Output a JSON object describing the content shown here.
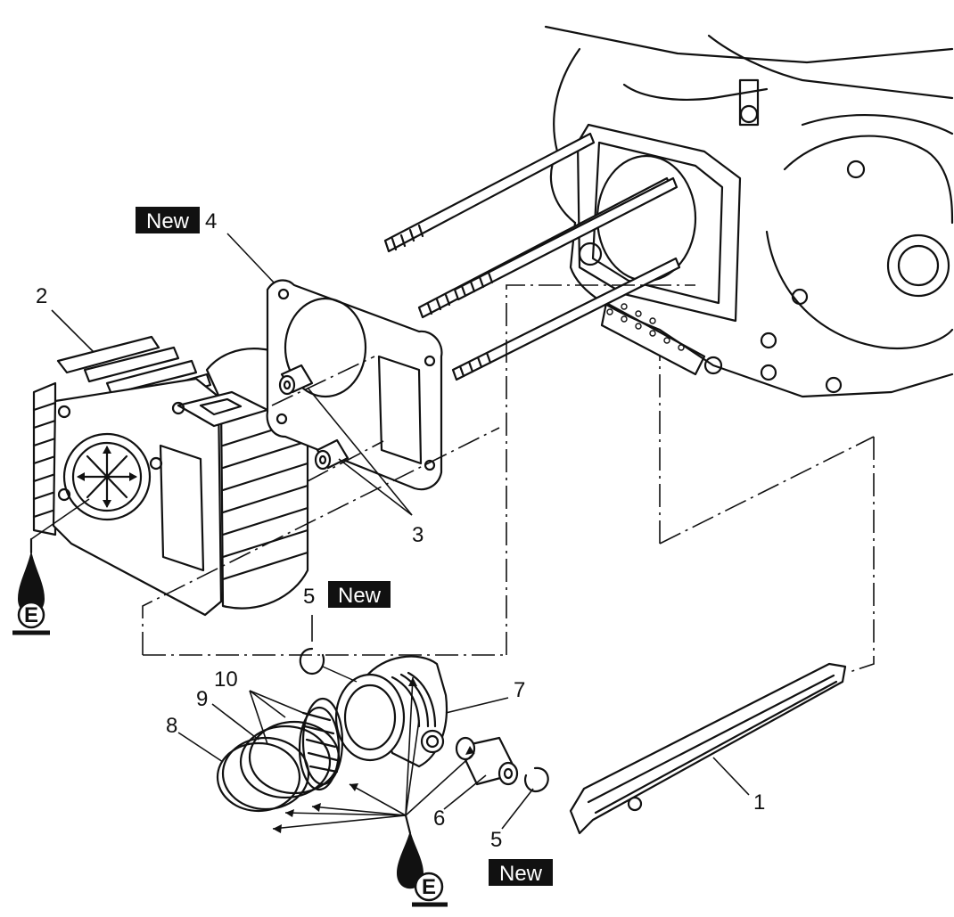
{
  "labels": {
    "new_4": "New",
    "n4": "4",
    "n2": "2",
    "n3": "3",
    "n5_top": "5",
    "new_5_top": "New",
    "n10": "10",
    "n9": "9",
    "n8": "8",
    "n7": "7",
    "n6": "6",
    "n5_bottom": "5",
    "new_5_bottom": "New",
    "n1": "1",
    "oil_left": "E",
    "oil_bottom": "E"
  },
  "colors": {
    "line": "#111111",
    "badge_background": "#111111",
    "badge_text": "#ffffff",
    "background": "#ffffff"
  },
  "icons": [
    "oil-can-icon"
  ]
}
